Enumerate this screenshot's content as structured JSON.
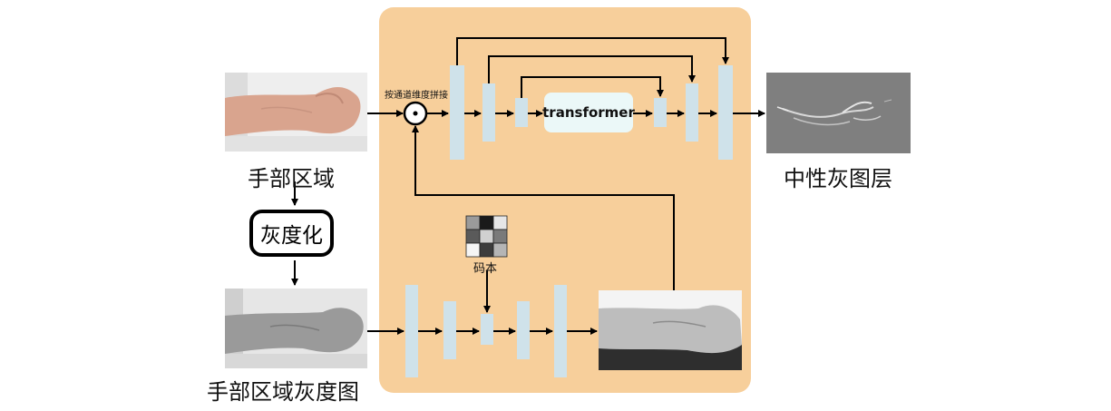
{
  "labels": {
    "hand_region": "手部区域",
    "grayscale_op": "灰度化",
    "hand_region_gray": "手部区域灰度图",
    "channel_concat": "按通道维度拼接",
    "transformer": "transformer",
    "codebook": "码本",
    "neutral_gray_layer": "中性灰图层"
  },
  "codebook_cells": [
    [
      "#9b9b9b",
      "#1a1a1a",
      "#e6e6e6"
    ],
    [
      "#5a5a5a",
      "#d0d0d0",
      "#7a7a7a"
    ],
    [
      "#f5f5f5",
      "#3c3c3c",
      "#b5b5b5"
    ]
  ],
  "colors": {
    "panel": "#f7cf9b",
    "block": "#cfe2ea",
    "transformer_box": "#ebf8f8"
  }
}
